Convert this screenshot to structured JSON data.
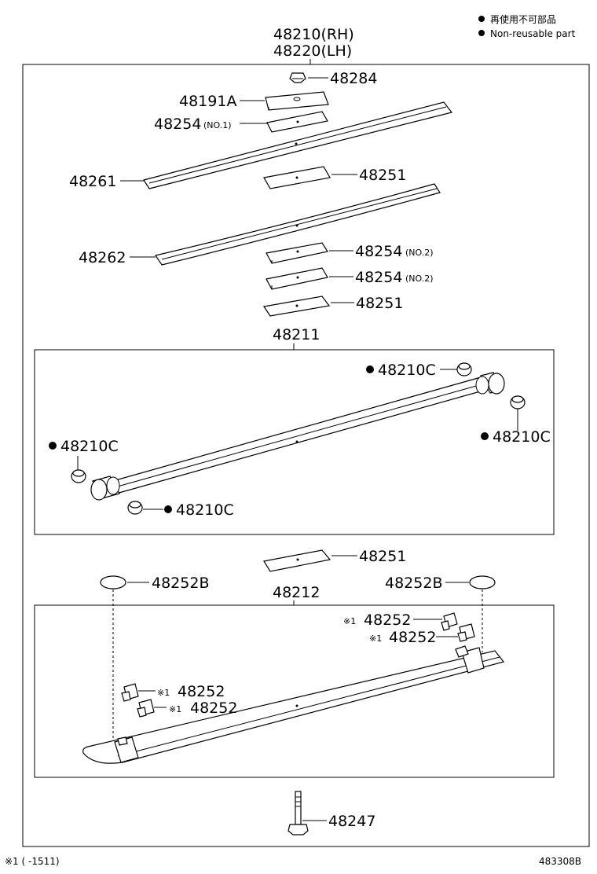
{
  "legend": {
    "jp": "再使用不可部品",
    "en": "Non-reusable part"
  },
  "assembly_labels": {
    "rh": "48210(RH)",
    "lh": "48220(LH)"
  },
  "parts": {
    "p48284": "48284",
    "p48191a": "48191A",
    "p48254_no1": "48254",
    "p48254_no1_note": "(NO.1)",
    "p48261": "48261",
    "p48251_a": "48251",
    "p48262": "48262",
    "p48254_no2_a": "48254",
    "p48254_no2_a_note": "(NO.2)",
    "p48254_no2_b": "48254",
    "p48254_no2_b_note": "(NO.2)",
    "p48251_b": "48251",
    "p48211": "48211",
    "p48210c_tr": "48210C",
    "p48210c_r": "48210C",
    "p48210c_l": "48210C",
    "p48210c_bl": "48210C",
    "p48251_c": "48251",
    "p48252b_l": "48252B",
    "p48252b_r": "48252B",
    "p48212": "48212",
    "p48252_r1": "48252",
    "p48252_r2": "48252",
    "p48252_l1": "48252",
    "p48252_l2": "48252",
    "p48247": "48247",
    "mark_ref": "※1"
  },
  "footer": {
    "note": "※1 (       -1511)",
    "code": "483308B"
  }
}
